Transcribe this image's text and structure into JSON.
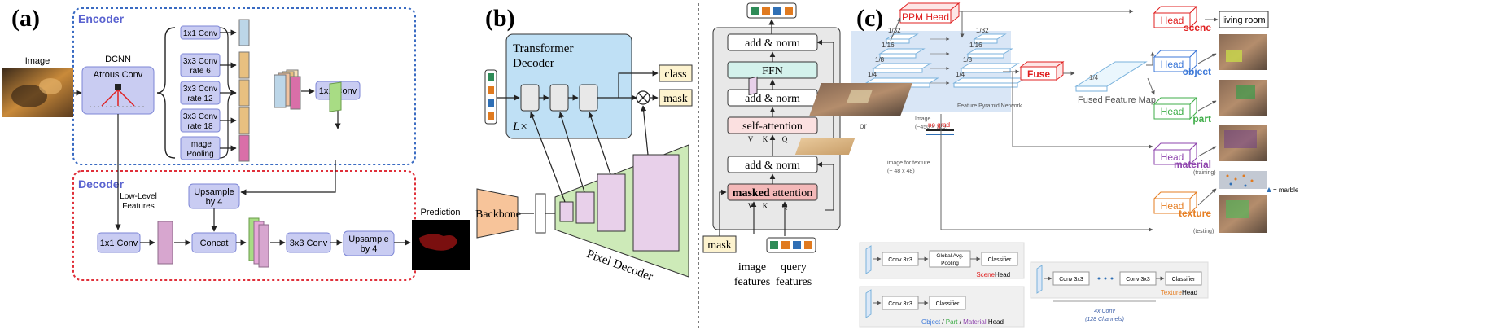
{
  "panel_a": {
    "panel_label": "(a)",
    "encoder_title": "Encoder",
    "decoder_title": "Decoder",
    "image_label": "Image",
    "dcnn_label": "DCNN",
    "atrous_label": "Atrous Conv",
    "branches": [
      {
        "line1": "1x1 Conv",
        "line2": ""
      },
      {
        "line1": "3x3 Conv",
        "line2": "rate 6"
      },
      {
        "line1": "3x3 Conv",
        "line2": "rate 12"
      },
      {
        "line1": "3x3 Conv",
        "line2": "rate 18"
      },
      {
        "line1": "Image",
        "line2": "Pooling"
      }
    ],
    "conv1x1_label": "1x1 Conv",
    "upsample_top": {
      "line1": "Upsample",
      "line2": "by 4"
    },
    "low_level": {
      "line1": "Low-Level",
      "line2": "Features"
    },
    "dec_conv1x1": "1x1 Conv",
    "concat": "Concat",
    "conv3x3": "3x3 Conv",
    "upsample_bottom": {
      "line1": "Upsample",
      "line2": "by 4"
    },
    "prediction": "Prediction",
    "colors": {
      "encoder_border": "#3a6bc2",
      "decoder_border": "#e0303a",
      "box_fill": "#c9ccf2",
      "box_stroke": "#7d86d6",
      "title": "#5a63d0"
    }
  },
  "panel_b": {
    "panel_label": "(b)",
    "transformer_line1": "Transformer",
    "transformer_line2": "Decoder",
    "lx": "L×",
    "class_label": "class",
    "mask_label": "mask",
    "backbone": "Backbone",
    "pixel_decoder": "Pixel Decoder",
    "layers": [
      "add & norm",
      "FFN",
      "add & norm",
      "self-attention",
      "add & norm"
    ],
    "masked_bold": "masked",
    "masked_rest": " attention",
    "vkq": [
      "V",
      "K",
      "Q"
    ],
    "mask_input": "mask",
    "image_features": {
      "line1": "image",
      "line2": "features"
    },
    "query_features": {
      "line1": "query",
      "line2": "features"
    },
    "query_colors": [
      "#2e8b57",
      "#e07a1f",
      "#2f6fb5",
      "#e07a1f"
    ],
    "colors": {
      "decoder_fill": "#bfe0f5",
      "pixel_fill": "#cdeab8",
      "backbone_fill": "#f7c49a",
      "ffn_fill": "#d4f2ec",
      "self_attn_fill": "#fbe0e0",
      "masked_fill": "#f3b8b8",
      "label_fill": "#fdf3cf"
    }
  },
  "panel_c": {
    "panel_label": "(c)",
    "ppm_head": "PPM Head",
    "fuse": "Fuse",
    "scales": [
      "1/32",
      "1/16",
      "1/8",
      "1/4"
    ],
    "fpn_scales": [
      "1/32",
      "1/16",
      "1/8",
      "1/4"
    ],
    "fused_scale": "1/4",
    "fused_label": "Fused Feature Map",
    "fpn_label": "Feature Pyramid Network",
    "image_caption": {
      "line1": "Image",
      "line2": "(~450 × 720)"
    },
    "or": "or",
    "no_grad": "no grad",
    "texture_caption": {
      "line1": "image for texture",
      "line2": "(~ 48 x 48)"
    },
    "heads": [
      {
        "label": "Head",
        "task": "scene",
        "color": "#e02020"
      },
      {
        "label": "Head",
        "task": "object",
        "color": "#3c78d8"
      },
      {
        "label": "Head",
        "task": "part",
        "color": "#3fae49"
      },
      {
        "label": "Head",
        "task": "material",
        "color": "#8e44ad"
      },
      {
        "label": "Head",
        "task": "texture",
        "color": "#e67e22"
      }
    ],
    "living_room": "living room",
    "training": "(training)",
    "testing": "(testing)",
    "marble": "= marble",
    "scene_head_diagram": {
      "b1": "Conv 3x3",
      "b2a": "Global Avg.",
      "b2b": "Pooling",
      "b3": "Classifier",
      "caption_a": "Scene",
      "caption_b": " Head"
    },
    "omp_head_diagram": {
      "b1": "Conv 3x3",
      "b2": "Classifier",
      "c_object": "Object",
      "c_sep1": " / ",
      "c_part": "Part",
      "c_sep2": " / ",
      "c_material": "Material",
      "c_head": " Head"
    },
    "texture_head_diagram": {
      "b1": "Conv 3x3",
      "b2": "Conv 3x3",
      "b3": "Classifier",
      "caption_a": "Texture",
      "caption_b": " Head",
      "note1": "4x Conv",
      "note2": "(128 Channels)"
    }
  }
}
